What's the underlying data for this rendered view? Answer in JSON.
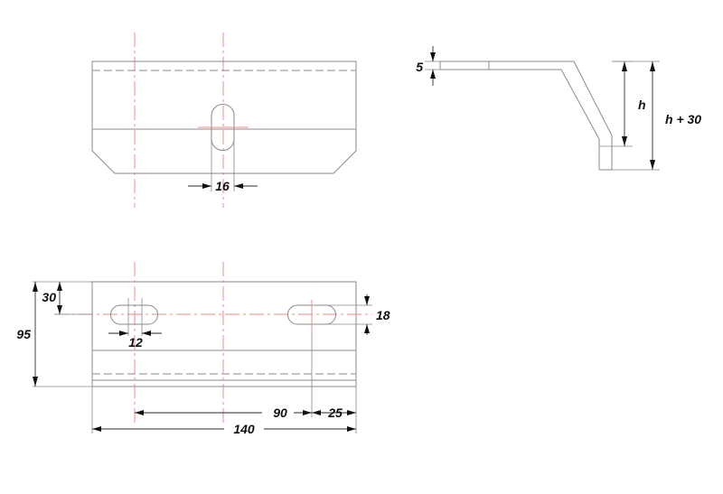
{
  "drawing": {
    "title": "Sheet metal bracket – orthographic drawing",
    "background_color": "#ffffff",
    "line_color": "#8a8a8a",
    "centerline_color": "#f08a8a",
    "dimension_color": "#111111",
    "units": "mm"
  },
  "views": {
    "front": {
      "name": "front-view",
      "label": ""
    },
    "side": {
      "name": "side-view",
      "label": ""
    },
    "plan": {
      "name": "plan-view",
      "label": ""
    }
  },
  "dimensions": {
    "front_slot_width": "16",
    "side_thickness": "5",
    "side_height": "h",
    "side_total_height": "h + 30",
    "plan_edge_to_slot": "30",
    "plan_height": "95",
    "plan_slot_width": "12",
    "plan_slot_height": "18",
    "plan_center_to_right_slot": "90",
    "plan_right_slot_to_edge": "25",
    "plan_length": "140"
  },
  "chart_data": {
    "type": "table",
    "title": "Bracket dimensions",
    "categories": [
      "16",
      "5",
      "h",
      "h + 30",
      "30",
      "95",
      "12",
      "18",
      "90",
      "25",
      "140"
    ],
    "values": [
      16,
      5,
      0,
      30,
      30,
      95,
      12,
      18,
      90,
      25,
      140
    ]
  }
}
